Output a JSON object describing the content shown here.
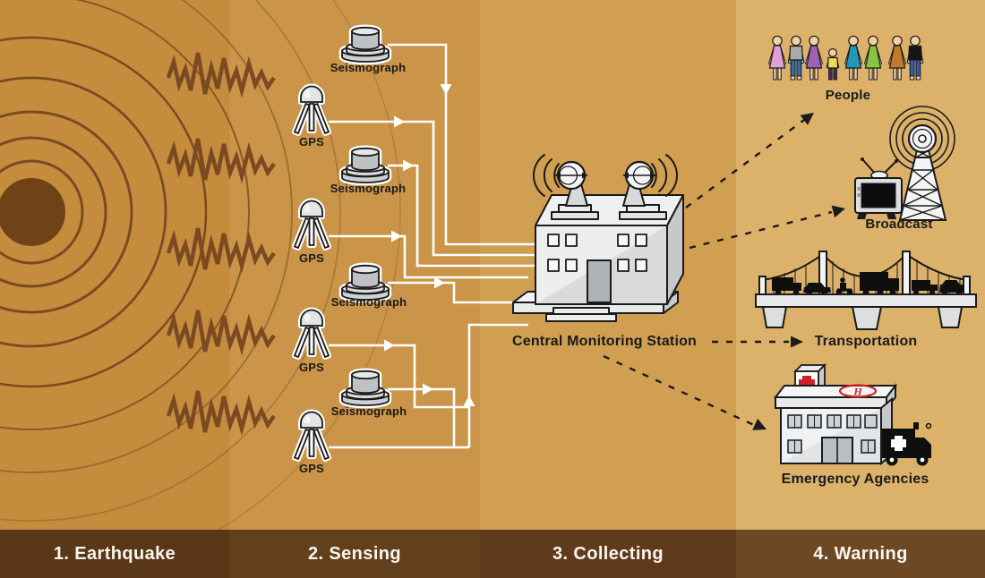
{
  "phases": [
    {
      "label": "1. Earthquake"
    },
    {
      "label": "2. Sensing"
    },
    {
      "label": "3. Collecting"
    },
    {
      "label": "4. Warning"
    }
  ],
  "sensing": {
    "sensors": [
      {
        "type": "seismograph",
        "label": "Seismograph"
      },
      {
        "type": "gps",
        "label": "GPS"
      },
      {
        "type": "seismograph",
        "label": "Seismograph"
      },
      {
        "type": "gps",
        "label": "GPS"
      },
      {
        "type": "seismograph",
        "label": "Seismograph"
      },
      {
        "type": "gps",
        "label": "GPS"
      },
      {
        "type": "seismograph",
        "label": "Seismograph"
      },
      {
        "type": "gps",
        "label": "GPS"
      }
    ]
  },
  "collecting": {
    "station_label": "Central Monitoring Station"
  },
  "warning": {
    "helipad_letter": "H",
    "targets": [
      {
        "id": "people",
        "label": "People"
      },
      {
        "id": "broadcast",
        "label": "Broadcast"
      },
      {
        "id": "transportation",
        "label": "Transportation"
      },
      {
        "id": "emergency-agencies",
        "label": "Emergency Agencies"
      }
    ],
    "people_figures": [
      {
        "type": "woman",
        "dress": "#e29fd4"
      },
      {
        "type": "man",
        "shirt": "#a9aaac",
        "pants": "#2f6db8"
      },
      {
        "type": "woman",
        "dress": "#9e5fb5"
      },
      {
        "type": "child",
        "shirt": "#e9dd4f",
        "pants": "#4a2a6a"
      },
      {
        "type": "woman",
        "dress": "#2398b5"
      },
      {
        "type": "woman",
        "dress": "#85c840"
      },
      {
        "type": "woman",
        "dress": "#bf7a2e"
      },
      {
        "type": "man",
        "shirt": "#161616",
        "pants": "#2a5fae"
      }
    ]
  },
  "icons": {
    "epicenter": "earthquake-epicenter-rings-icon",
    "waves": "seismic-wave-zigzag-icon",
    "seismograph": "seismograph-drum-icon",
    "gps": "gps-tripod-icon",
    "station": "monitoring-station-building-icon",
    "dish": "satellite-dish-icon",
    "people": "people-crowd-icon",
    "tv": "television-icon",
    "tower": "radio-tower-icon",
    "bridge": "suspension-bridge-icon",
    "hospital": "hospital-building-icon",
    "ambulance": "ambulance-icon"
  },
  "colors": {
    "band_earthquake": "#c58c3e",
    "band_sensing": "#ca9548",
    "band_collecting": "#d09f51",
    "band_warning": "#dcb26b",
    "bar_earthquake": "#5a3719",
    "bar_sensing": "#63401d",
    "bar_collecting": "#5f3b1c",
    "bar_warning": "#6d4824",
    "wave_brown": "#7a4b1f",
    "epicenter_fill": "#6f4218",
    "wire": "#ffffff",
    "arrow_black": "#1b1b1b",
    "cross_red": "#cf2027",
    "skin": "#f2cfa5",
    "bar_text": "#faf6ee",
    "label_text": "#1a1a1a"
  }
}
